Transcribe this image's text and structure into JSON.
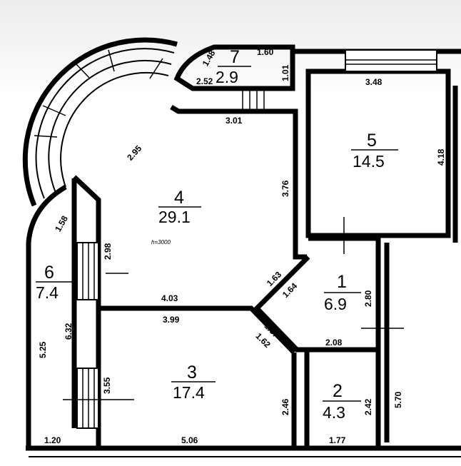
{
  "rooms": [
    {
      "number": "1",
      "area": "6.9"
    },
    {
      "number": "2",
      "area": "4.3"
    },
    {
      "number": "3",
      "area": "17.4"
    },
    {
      "number": "4",
      "area": "29.1"
    },
    {
      "number": "5",
      "area": "14.5"
    },
    {
      "number": "6",
      "area": "7.4"
    },
    {
      "number": "7",
      "area": "2.9"
    }
  ],
  "ceiling_note": "h=3000",
  "dimensions": {
    "r7_a": "1.48",
    "r7_b": "1.60",
    "r7_c": "2.52",
    "r7_d": "1.01",
    "r5_top": "3.48",
    "r5_side": "4.18",
    "r4_top": "3.01",
    "r4_arc": "2.95",
    "r4_right": "3.76",
    "r4_left": "2.98",
    "r4_bottom": "4.03",
    "r4_diag_a": "1.63",
    "r4_diag_b": "1.64",
    "r6_arc": "1.58",
    "r6_side": "5.25",
    "r6_inner": "6.32",
    "r6_bottom": "1.20",
    "r3_top": "3.99",
    "r3_diag_a": "1.67",
    "r3_diag_b": "1.62",
    "r3_left": "3.55",
    "r3_right": "2.46",
    "r3_bottom": "5.06",
    "r1_side": "2.80",
    "r1_bottom": "2.08",
    "r2_side": "2.42",
    "r2_bottom": "1.77",
    "outer_right": "5.70"
  }
}
